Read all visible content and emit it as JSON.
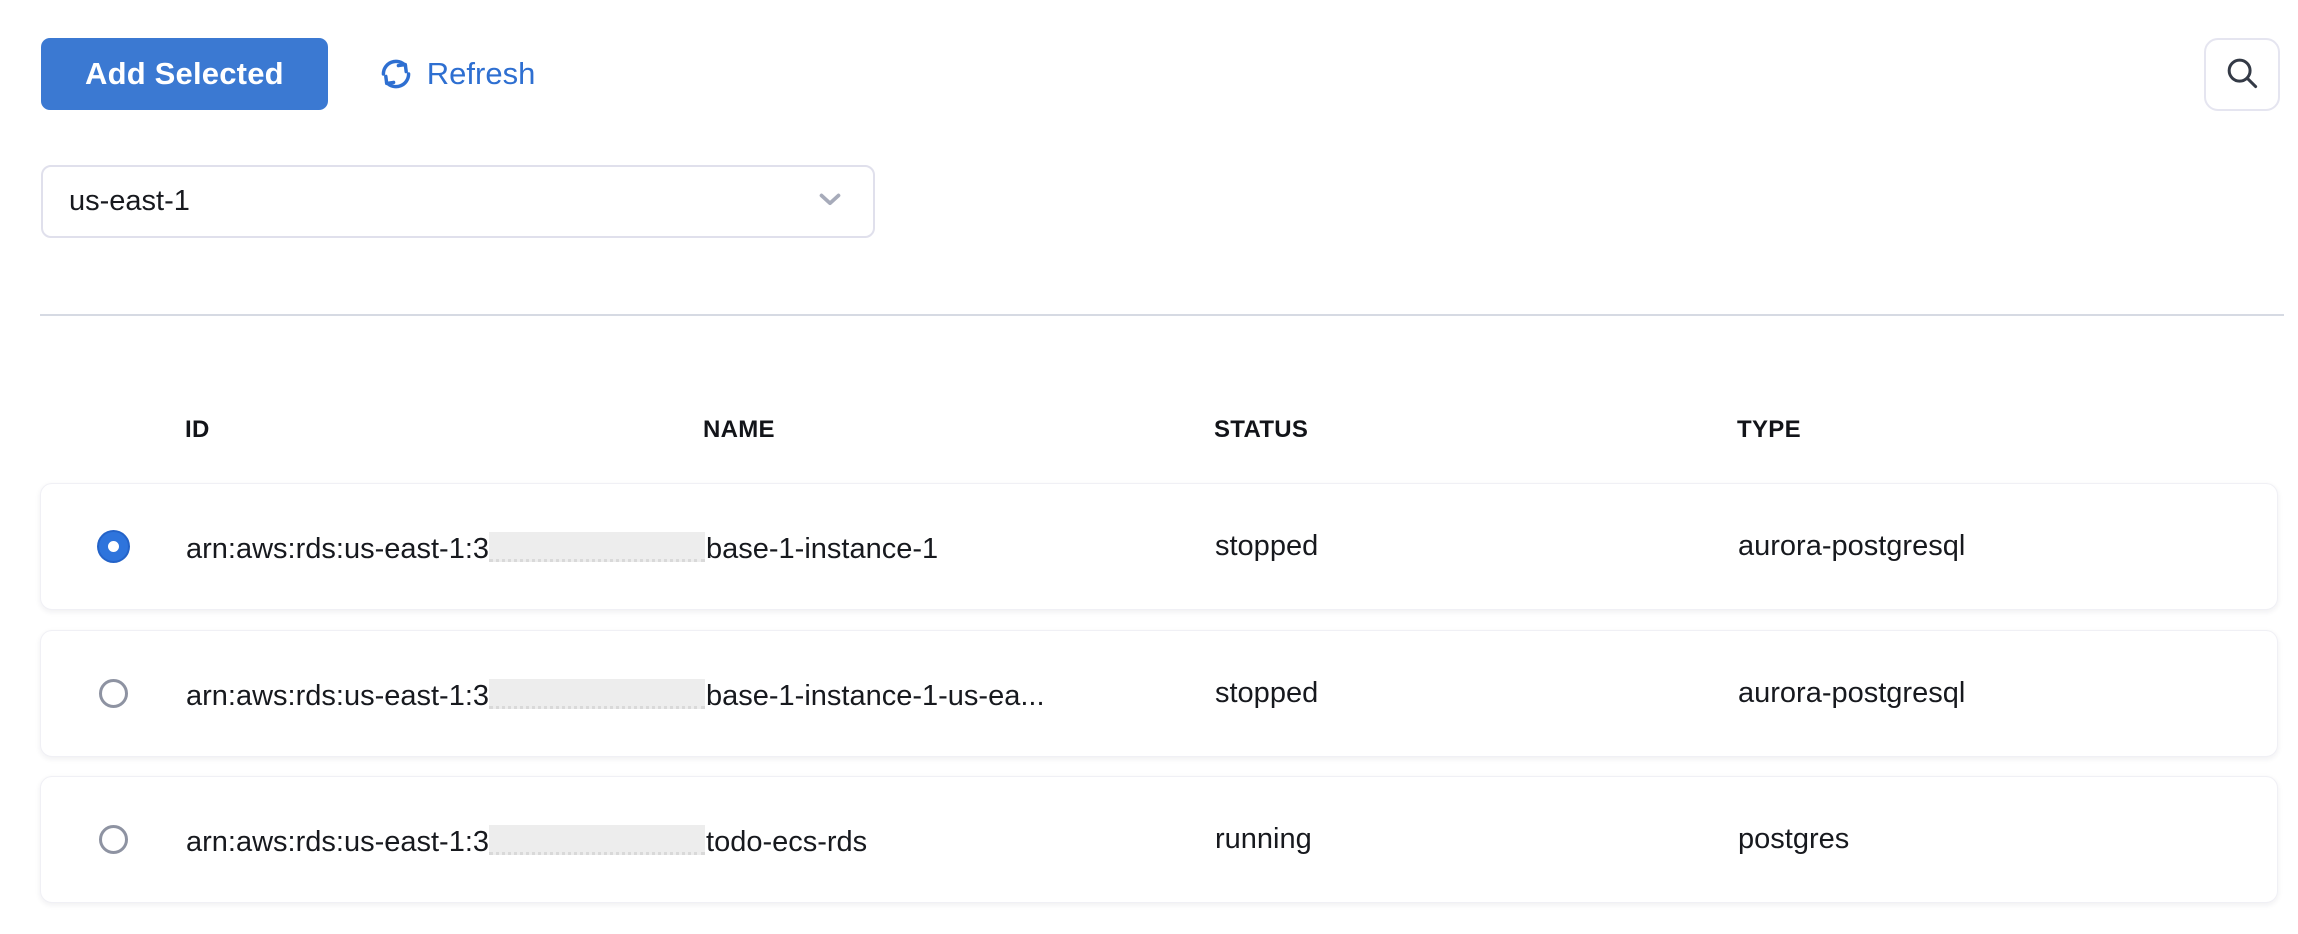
{
  "toolbar": {
    "add_selected_label": "Add Selected",
    "refresh_label": "Refresh"
  },
  "region_select": {
    "value": "us-east-1"
  },
  "colors": {
    "primary_button": "#3b79d2",
    "link_blue": "#2e6fd1",
    "radio_selected": "#2e74dc",
    "divider": "#d6dae3",
    "redaction_box": "#ededed"
  },
  "table": {
    "headers": {
      "id": "ID",
      "name": "NAME",
      "status": "STATUS",
      "type": "TYPE"
    },
    "rows": [
      {
        "selected": true,
        "id_prefix": "arn:aws:rds:us-east-1:3",
        "redacted": true,
        "name_suffix": "base-1-instance-1",
        "status": "stopped",
        "type": "aurora-postgresql"
      },
      {
        "selected": false,
        "id_prefix": "arn:aws:rds:us-east-1:3",
        "redacted": true,
        "name_suffix": "base-1-instance-1-us-ea...",
        "status": "stopped",
        "type": "aurora-postgresql"
      },
      {
        "selected": false,
        "id_prefix": "arn:aws:rds:us-east-1:3",
        "redacted": true,
        "name_suffix": "todo-ecs-rds",
        "status": "running",
        "type": "postgres"
      }
    ]
  }
}
